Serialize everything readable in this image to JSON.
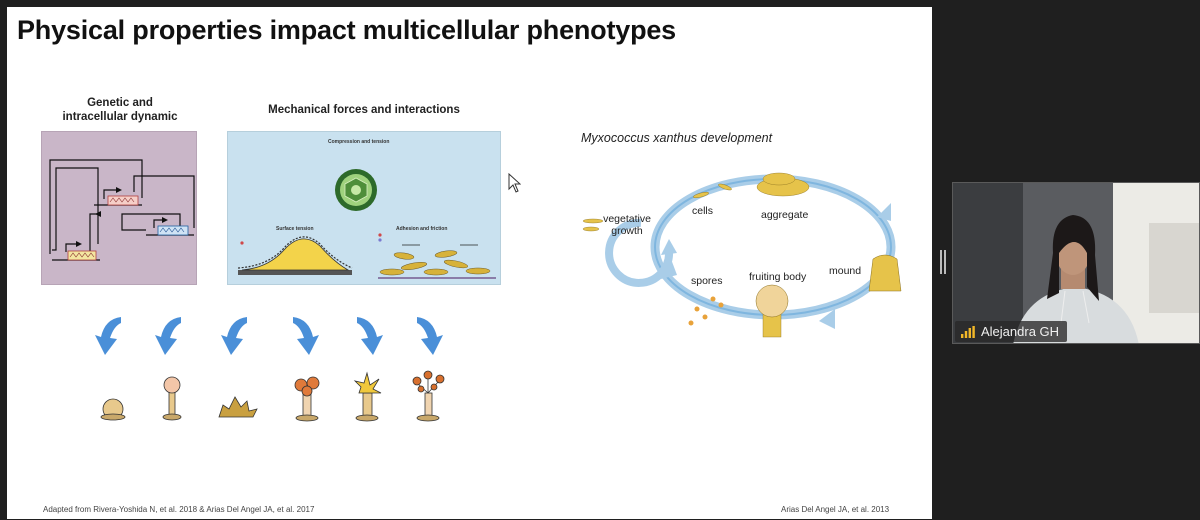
{
  "slide": {
    "title": "Physical properties impact multicellular phenotypes",
    "genetic_caption_line1": "Genetic and",
    "genetic_caption_line2": "intracellular dynamic",
    "mechanical_caption": "Mechanical forces and interactions",
    "mech_compression": "Compression and tension",
    "mech_surface": "Surface tension",
    "mech_adhesion": "Adhesion and friction",
    "cycle_title": "Myxococcus xanthus development",
    "cycle_labels": {
      "vegetative_line1": "vegetative",
      "vegetative_line2": "growth",
      "cells": "cells",
      "aggregate": "aggregate",
      "mound": "mound",
      "fruiting": "fruiting body",
      "spores": "spores"
    },
    "footer_left": "Adapted from Rivera-Yoshida N, et al. 2018 & Arias Del Angel JA, et al. 2017",
    "footer_right": "Arias Del Angel JA, et al. 2013"
  },
  "participant": {
    "name": "Alejandra GH",
    "signal_icon": "signal-bars-icon"
  },
  "colors": {
    "arrow_blue": "#4a8fd8",
    "organism_beige": "#e8c98c",
    "organism_orange": "#e07a3a",
    "organism_yellow": "#f0c83c",
    "cycle_arrow": "#a9cde8"
  }
}
